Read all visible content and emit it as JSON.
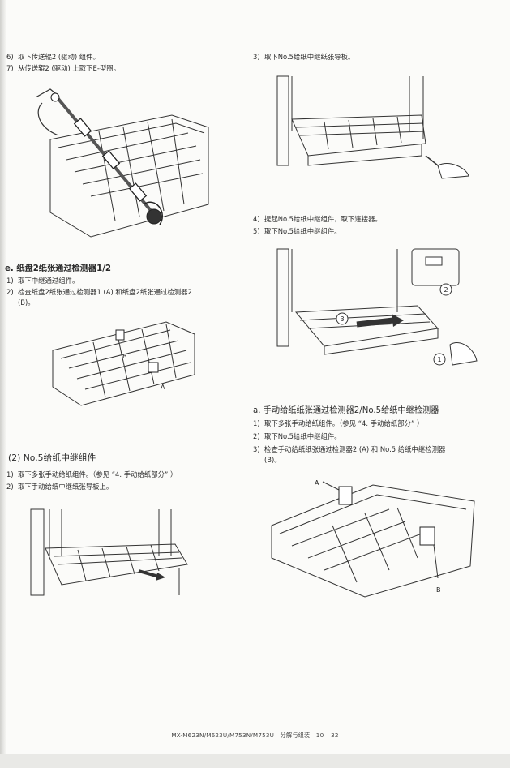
{
  "left": {
    "steps_a": [
      {
        "num": "6)",
        "text": "取下传送辊2 (驱动) 组件。"
      },
      {
        "num": "7)",
        "text": "从传送辊2 (驱动) 上取下E-型圈。"
      }
    ],
    "section_e": {
      "title": "e. 纸盘2纸张通过检测器1/2",
      "steps": [
        {
          "num": "1)",
          "text": "取下中继通过组件。"
        },
        {
          "num": "2)",
          "text": "检查纸盘2纸张通过检测器1 (A) 和纸盘2纸张通过检测器2"
        },
        {
          "num": "",
          "text": "(B)。"
        }
      ],
      "figure_labels": [
        "A",
        "B"
      ]
    },
    "section_2": {
      "title": "(2) No.5给纸中继组件",
      "steps": [
        {
          "num": "1)",
          "text": "取下多张手动给纸组件。（参见 “4. 手动给纸部分” ）"
        },
        {
          "num": "2)",
          "text": "取下手动给纸中继纸张导板上。"
        }
      ]
    }
  },
  "right": {
    "steps_top": [
      {
        "num": "3)",
        "text": "取下No.5给纸中继纸张导板。"
      }
    ],
    "steps_mid": [
      {
        "num": "4)",
        "text": "提起No.5给纸中继组件，取下连接器。"
      },
      {
        "num": "5)",
        "text": "取下No.5给纸中继组件。"
      }
    ],
    "callouts": [
      "1",
      "2",
      "3"
    ],
    "section_a": {
      "title": "a. 手动给纸纸张通过检测器2/No.5给纸中继检测器",
      "steps": [
        {
          "num": "1)",
          "text": "取下多张手动给纸组件。（参见 “4. 手动给纸部分” ）"
        },
        {
          "num": "2)",
          "text": "取下No.5给纸中继组件。"
        },
        {
          "num": "3)",
          "text": "检查手动给纸纸张通过检测器2 (A) 和 No.5 给纸中继检测器"
        },
        {
          "num": "",
          "text": "(B)。"
        }
      ],
      "figure_labels": [
        "A",
        "B"
      ]
    }
  },
  "footer": "MX-M623N/M623U/M753N/M753U　分解与组装　10 – 32"
}
